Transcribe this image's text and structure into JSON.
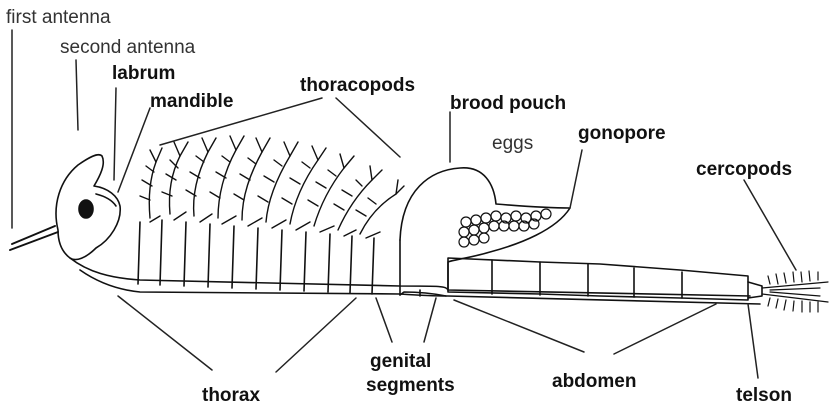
{
  "labels": {
    "first_antenna": "first antenna",
    "second_antenna": "second antenna",
    "labrum": "labrum",
    "mandible": "mandible",
    "thoracopods": "thoracopods",
    "brood_pouch": "brood pouch",
    "eggs": "eggs",
    "gonopore": "gonopore",
    "cercopods": "cercopods",
    "thorax": "thorax",
    "genital_segments_1": "genital",
    "genital_segments_2": "segments",
    "abdomen": "abdomen",
    "telson": "telson"
  }
}
